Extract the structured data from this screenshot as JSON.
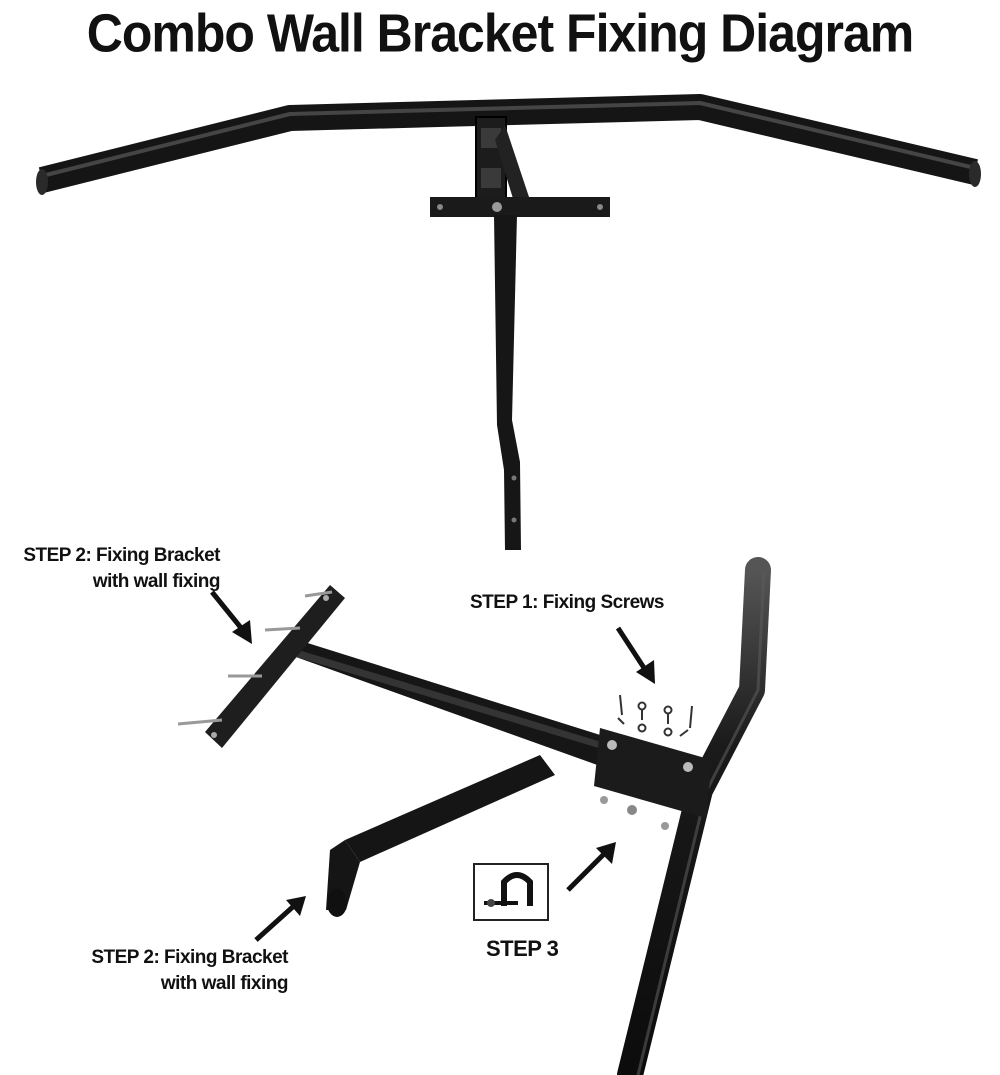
{
  "title": "Combo Wall Bracket Fixing  Diagram",
  "labels": {
    "step2_top": {
      "line1": "STEP 2: Fixing Bracket",
      "line2": "with wall fixing"
    },
    "step1": "STEP 1: Fixing Screws",
    "step2_bottom": {
      "line1": "STEP 2: Fixing Bracket",
      "line2": "with wall fixing"
    },
    "step3": "STEP 3"
  },
  "colors": {
    "metal": "#1b1b1b",
    "highlight": "#6a6a6a",
    "background": "#ffffff"
  }
}
